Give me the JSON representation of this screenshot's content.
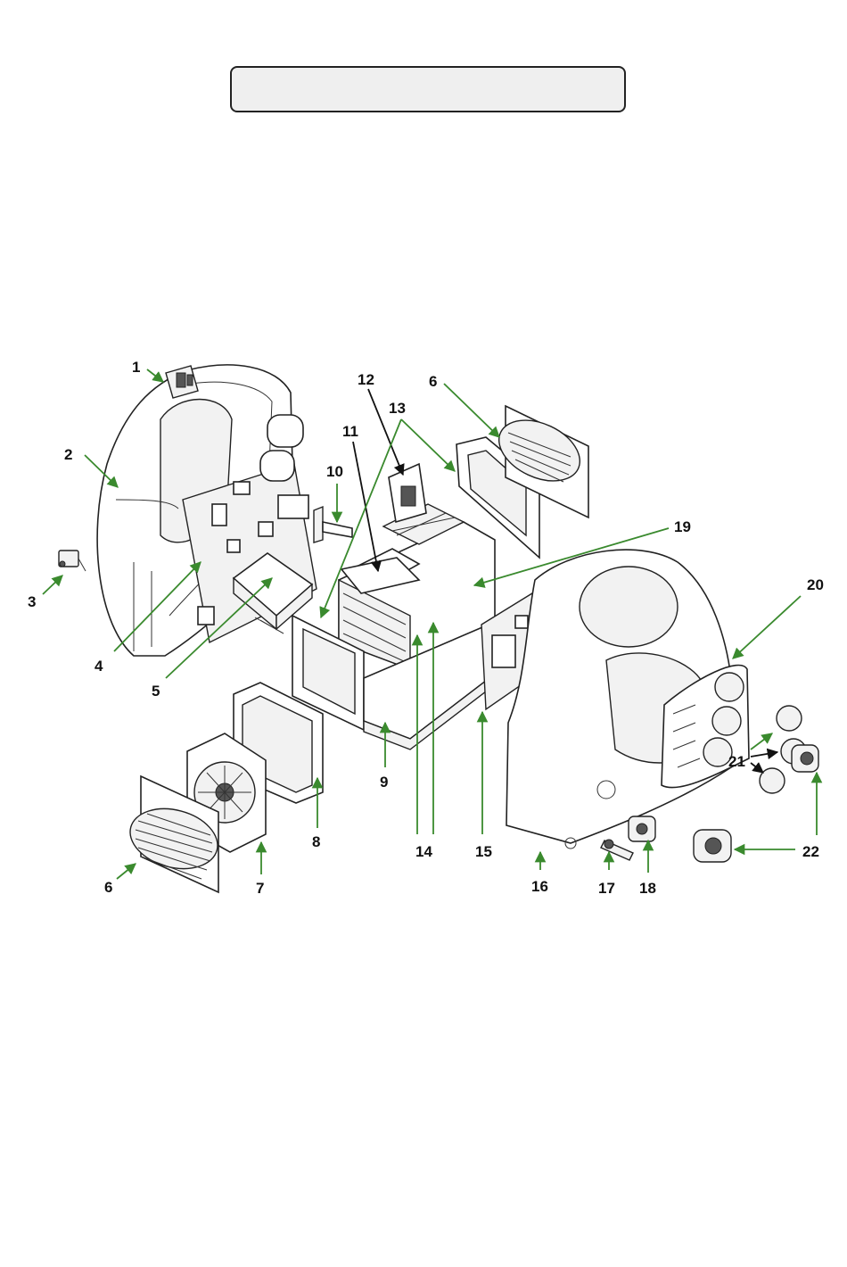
{
  "header": {
    "title": ""
  },
  "diagram": {
    "colors": {
      "arrow_green": "#3a8a2e",
      "arrow_black": "#111111",
      "line": "#222222"
    },
    "callouts": [
      "1",
      "2",
      "3",
      "4",
      "5",
      "6",
      "6",
      "7",
      "8",
      "9",
      "10",
      "11",
      "12",
      "13",
      "14",
      "14",
      "15",
      "16",
      "17",
      "18",
      "19",
      "20",
      "21",
      "22"
    ]
  }
}
